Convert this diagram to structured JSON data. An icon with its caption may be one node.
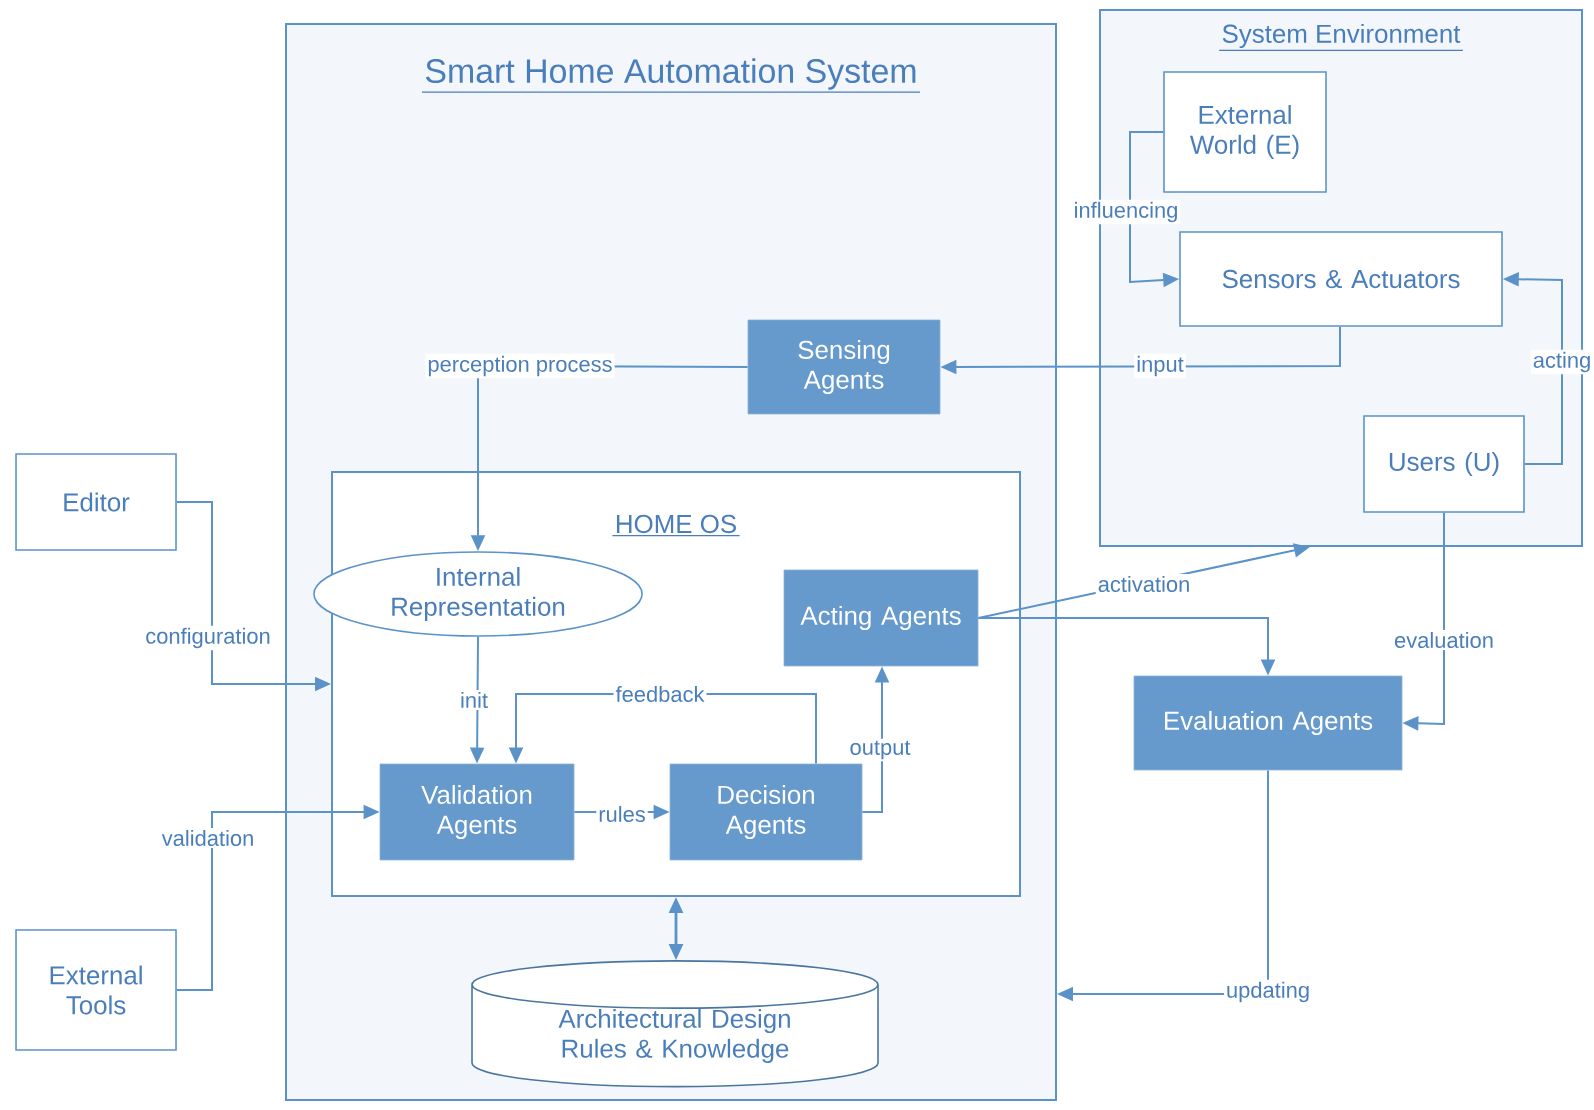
{
  "diagram": {
    "nodes": [
      {
        "text": [
          "Smart Home Automation System"
        ]
      },
      {
        "text": [
          "System Environment"
        ]
      },
      {
        "text": [
          "External World (E)"
        ],
        "in": 1
      },
      {
        "text": [
          "Sensors & Actuators"
        ],
        "in": 1
      },
      {
        "text": [
          "Users (U)"
        ],
        "in": 1
      },
      {
        "text": [
          "Sensing Agents"
        ],
        "in": 0
      },
      {
        "text": [
          "HOME OS"
        ],
        "in": 0
      },
      {
        "text": [
          "Internal Representation"
        ],
        "in": 6
      },
      {
        "text": [
          "Acting Agents"
        ],
        "in": 6
      },
      {
        "text": [
          "Validation Agents"
        ],
        "in": 6
      },
      {
        "text": [
          "Decision Agents"
        ],
        "in": 6
      },
      {
        "text": [
          "Architectural Design Rules & Knowledge"
        ],
        "in": 0
      },
      {
        "text": [
          "Editor"
        ]
      },
      {
        "text": [
          "External Tools"
        ]
      },
      {
        "text": [
          "Evaluation Agents"
        ]
      }
    ],
    "edges": [
      {
        "from": 2,
        "to": 3,
        "arrow": "to",
        "label": "influencing"
      },
      {
        "from": 4,
        "to": 3,
        "arrow": "to",
        "label": "acting"
      },
      {
        "from": 3,
        "to": 5,
        "arrow": "to",
        "label": "input"
      },
      {
        "from": 5,
        "to": 7,
        "arrow": "to",
        "label": "perception process"
      },
      {
        "from": 12,
        "to": 6,
        "arrow": "to",
        "label": "configuration"
      },
      {
        "from": 13,
        "to": 9,
        "arrow": "to",
        "label": "validation"
      },
      {
        "from": 7,
        "to": 9,
        "arrow": "to",
        "label": "init"
      },
      {
        "from": 10,
        "to": 9,
        "arrow": "to",
        "label": "feedback"
      },
      {
        "from": 9,
        "to": 10,
        "arrow": "to",
        "label": "rules"
      },
      {
        "from": 10,
        "to": 8,
        "arrow": "to",
        "label": "output"
      },
      {
        "from": 8,
        "to": 1,
        "arrow": "to",
        "label": "activation"
      },
      {
        "from": 8,
        "to": 14,
        "arrow": "to"
      },
      {
        "from": 4,
        "to": 14,
        "arrow": "to",
        "label": "evaluation"
      },
      {
        "from": 14,
        "to": 0,
        "arrow": "to",
        "label": "updating"
      },
      {
        "from": 6,
        "to": 11,
        "arrow": "both"
      }
    ]
  }
}
